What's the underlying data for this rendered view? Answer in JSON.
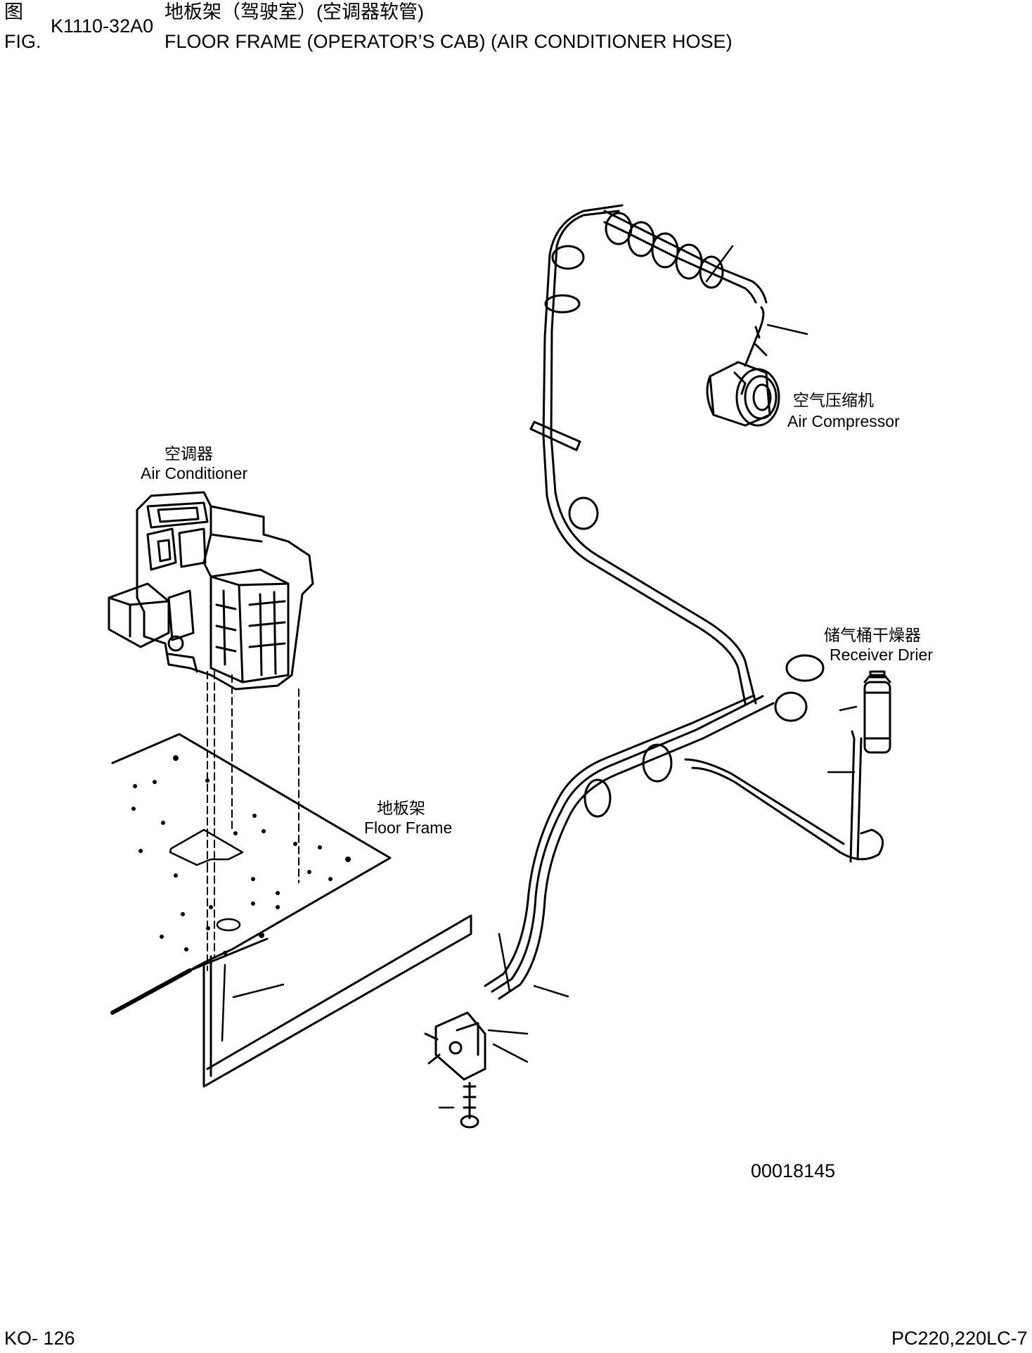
{
  "header": {
    "fig_zh": "图",
    "fig_en": "FIG.",
    "fig_number": "K1110-32A0",
    "title_zh": "地板架（驾驶室）(空调器软管)",
    "title_en": "FLOOR FRAME (OPERATOR’S CAB) (AIR CONDITIONER HOSE)"
  },
  "labels": {
    "air_compressor_zh": "空气压缩机",
    "air_compressor_en": "Air Compressor",
    "air_conditioner_zh": "空调器",
    "air_conditioner_en": "Air Conditioner",
    "receiver_drier_zh": "储气桶干燥器",
    "receiver_drier_en": "Receiver Drier",
    "floor_frame_zh": "地板架",
    "floor_frame_en": "Floor Frame"
  },
  "drawing_number": "00018145",
  "footer": {
    "page": "KO- 126",
    "model": "PC220,220LC-7"
  }
}
